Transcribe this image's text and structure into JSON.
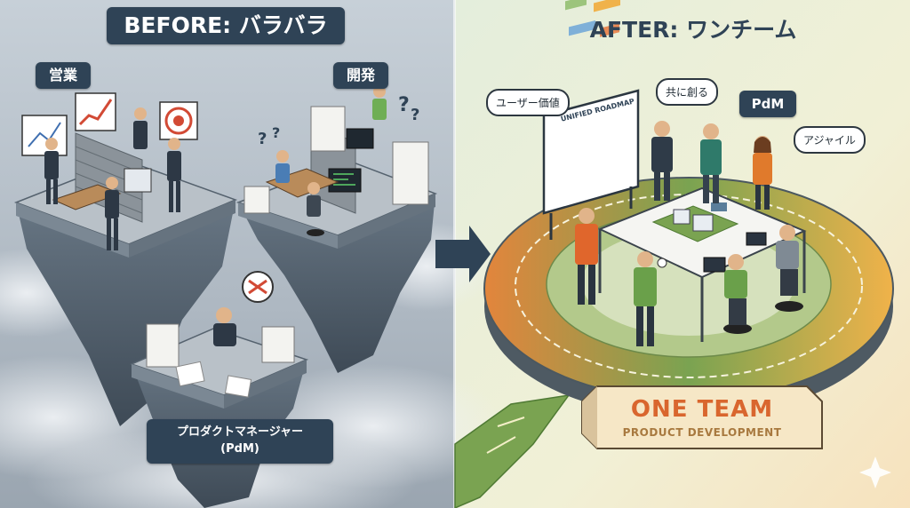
{
  "before": {
    "title": "BEFORE: バラバラ",
    "sales_label": "営業",
    "dev_label": "開発",
    "pm_label_line1": "プロダクトマネージャー",
    "pm_label_line2": "(PdM)"
  },
  "after": {
    "title": "AFTER: ワンチーム",
    "bubble_user_value": "ユーザー価値",
    "bubble_co_create": "共に創る",
    "tag_pdm": "PdM",
    "bubble_agile": "アジャイル",
    "whiteboard_text": "UNIFIED ROADMAP",
    "banner_title": "ONE TEAM",
    "banner_subtitle": "PRODUCT DEVELOPMENT"
  },
  "colors": {
    "before_bg": "#b9c3cc",
    "after_bg": "#e8efd9",
    "tag_bg": "#2f4356",
    "banner_text": "#d9662e",
    "track_orange": "#e3853c",
    "track_green": "#7aa351",
    "track_yellow": "#f0b24a"
  },
  "icons": {
    "arrow": "arrow-right-icon",
    "sparkle": "sparkle-icon",
    "stress": "broken-link-icon"
  }
}
